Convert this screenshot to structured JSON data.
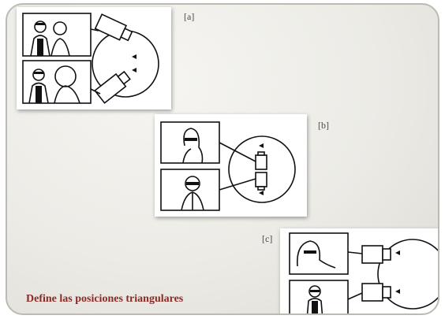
{
  "labels": {
    "a": "[a]",
    "b": "[b]",
    "c": "[c]"
  },
  "caption": "Define las posiciones triangulares",
  "colors": {
    "caption": "#8b2a25",
    "ink": "#111111",
    "background": "#ecebe6"
  },
  "figures": [
    {
      "id": "a",
      "content": "two framed shots (couple, over-shoulder) with two cameras aimed at a circle containing two actor marks"
    },
    {
      "id": "b",
      "content": "two framed shots of a woman and a man with sunglasses, cameras placed back-to-back inside circle"
    },
    {
      "id": "c",
      "content": "two framed shots with parallel cameras at the edge of a circle"
    }
  ]
}
